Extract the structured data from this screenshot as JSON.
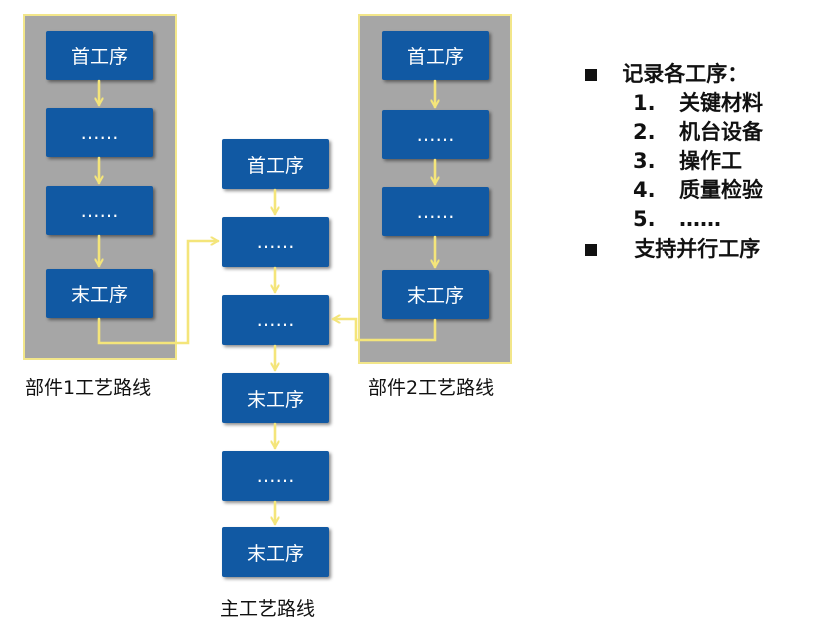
{
  "steps": {
    "first": "首工序",
    "ellipsis": "……",
    "last": "末工序"
  },
  "captions": {
    "part1": "部件1工艺路线",
    "part2": "部件2工艺路线",
    "main": "主工艺路线"
  },
  "notes": {
    "title": "记录各工序：",
    "items": [
      {
        "num": "1.",
        "text": "关键材料"
      },
      {
        "num": "2.",
        "text": "机台设备"
      },
      {
        "num": "3.",
        "text": "操作工"
      },
      {
        "num": "4.",
        "text": "质量检验"
      },
      {
        "num": "5.",
        "text": "……"
      }
    ],
    "extra": "支持并行工序"
  },
  "colors": {
    "step_fill": "#1159a3",
    "panel_fill": "#a6a6a6",
    "panel_border": "#f2e68a",
    "arrow": "#f4e57a"
  }
}
